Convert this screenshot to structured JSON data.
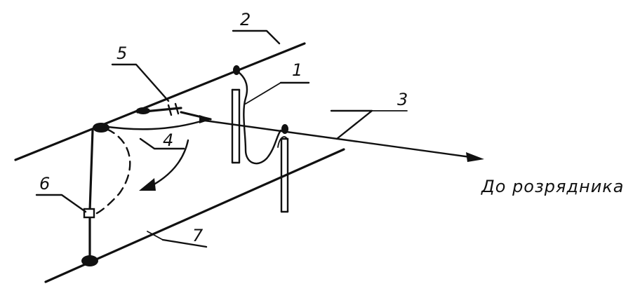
{
  "labels": {
    "n1": "1",
    "n2": "2",
    "n3": "3",
    "n4": "4",
    "n5": "5",
    "n6": "6",
    "n7": "7"
  },
  "caption": "До розрядника"
}
